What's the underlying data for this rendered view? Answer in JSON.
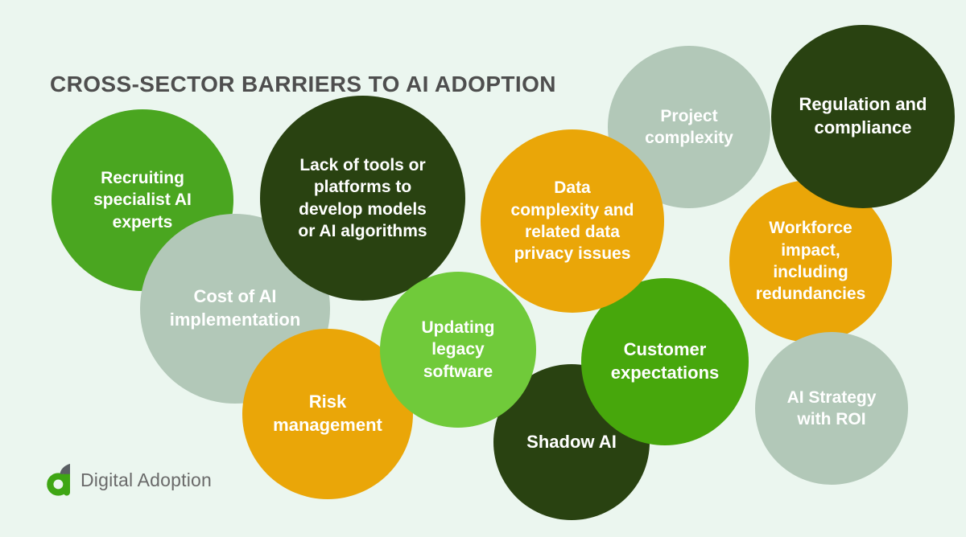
{
  "title": "CROSS-SECTOR BARRIERS TO AI ADOPTION",
  "colors": {
    "background": "#ebf6ef",
    "title_text": "#4e4e4e",
    "label_text": "#ffffff",
    "green": "#4aa620",
    "bright_green": "#47a70c",
    "dark_green": "#294211",
    "light_green": "#70ca3a",
    "orange": "#eaa608",
    "sage_gray": "#b2c8b8"
  },
  "circles": [
    {
      "id": "recruiting",
      "label": "Recruiting\nspecialist AI\nexperts",
      "color": "#4aa620"
    },
    {
      "id": "cost",
      "label": "Cost of AI\nimplementation",
      "color": "#b2c8b8"
    },
    {
      "id": "lack_of_tools",
      "label": "Lack of tools or\nplatforms to\ndevelop models\nor AI algorithms",
      "color": "#294211"
    },
    {
      "id": "data_complexity",
      "label": "Data\ncomplexity and\nrelated data\nprivacy issues",
      "color": "#eaa608"
    },
    {
      "id": "project_complexity",
      "label": "Project\ncomplexity",
      "color": "#b2c8b8"
    },
    {
      "id": "regulation",
      "label": "Regulation and\ncompliance",
      "color": "#294211"
    },
    {
      "id": "workforce",
      "label": "Workforce\nimpact,\nincluding\nredundancies",
      "color": "#eaa608"
    },
    {
      "id": "updating_legacy",
      "label": "Updating\nlegacy\nsoftware",
      "color": "#70ca3a"
    },
    {
      "id": "customer",
      "label": "Customer\nexpectations",
      "color": "#47a70c"
    },
    {
      "id": "risk",
      "label": "Risk\nmanagement",
      "color": "#eaa608"
    },
    {
      "id": "shadow_ai",
      "label": "Shadow AI",
      "color": "#294211"
    },
    {
      "id": "ai_strategy",
      "label": "AI Strategy\nwith ROI",
      "color": "#b2c8b8"
    }
  ],
  "logo": {
    "text": "Digital Adoption",
    "mark_color": "#3fa614",
    "leaf_color": "#5a5f63",
    "text_color": "#6a6a6a"
  }
}
